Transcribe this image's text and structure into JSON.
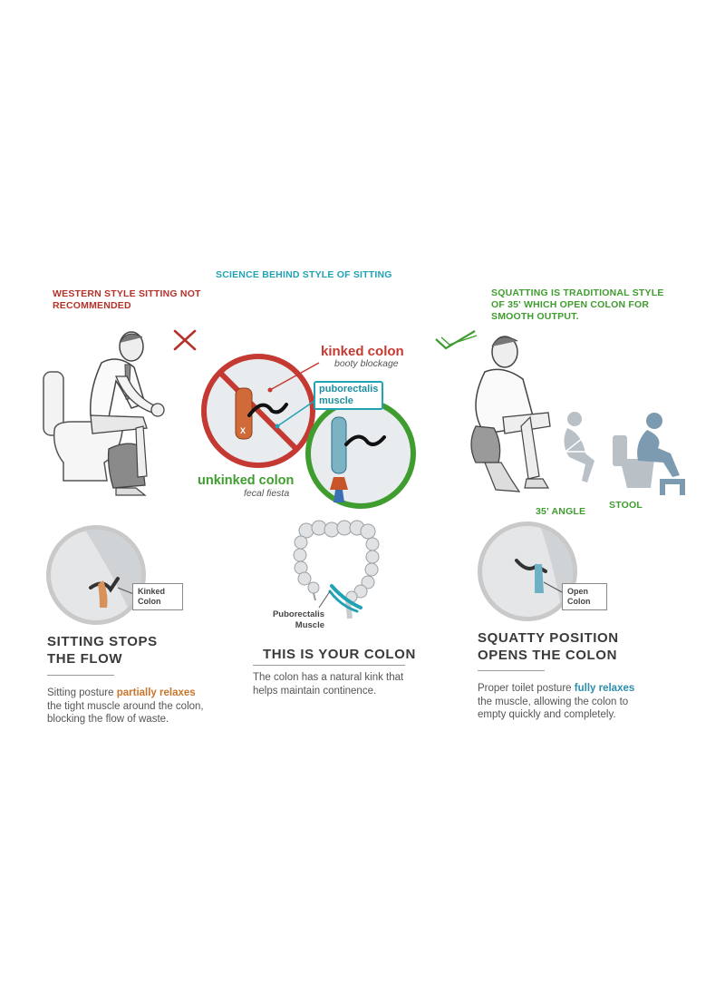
{
  "header": {
    "title": "SCIENCE BEHIND STYLE OF SITTING",
    "left_caption_line1": "WESTERN STYLE SITTING NOT",
    "left_caption_line2": "RECOMMENDED",
    "right_caption_line1": "SQUATTING IS TRADITIONAL STYLE",
    "right_caption_line2": "OF 35' WHICH OPEN COLON FOR",
    "right_caption_line3": "SMOOTH OUTPUT."
  },
  "diagram_labels": {
    "kinked_colon": "kinked colon",
    "booty_blockage": "booty blockage",
    "puborectalis_line1": "puborectalis",
    "puborectalis_line2": "muscle",
    "unkinked_colon": "unkinked colon",
    "fecal_fiesta": "fecal fiesta",
    "angle_label": "35' ANGLE",
    "stool_label": "STOOL"
  },
  "panels": {
    "left": {
      "box_line1": "Kinked",
      "box_line2": "Colon",
      "heading_line1": "SITTING STOPS",
      "heading_line2": "THE FLOW",
      "text_before": "Sitting posture ",
      "text_highlight": "partially relaxes",
      "text_line2": "the tight muscle around the colon,",
      "text_line3": "blocking the flow of waste."
    },
    "center": {
      "muscle_label_line1": "Puborectalis",
      "muscle_label_line2": "Muscle",
      "heading": "THIS IS YOUR COLON",
      "text_line1": "The colon has a natural kink that",
      "text_line2": "helps maintain continence."
    },
    "right": {
      "box_line1": "Open",
      "box_line2": "Colon",
      "heading_line1": "SQUATTY POSITION",
      "heading_line2": "OPENS THE COLON",
      "text_before": "Proper toilet posture ",
      "text_highlight": "fully relaxes",
      "text_line2": "the muscle, allowing the colon to",
      "text_line3": "empty quickly and completely."
    }
  },
  "colors": {
    "red": "#b5322a",
    "teal": "#22a3b5",
    "green": "#3f9d2f",
    "orange": "#c8752c"
  },
  "icons": {
    "x_mark": "red-x-icon",
    "check_mark": "green-check-icon"
  }
}
